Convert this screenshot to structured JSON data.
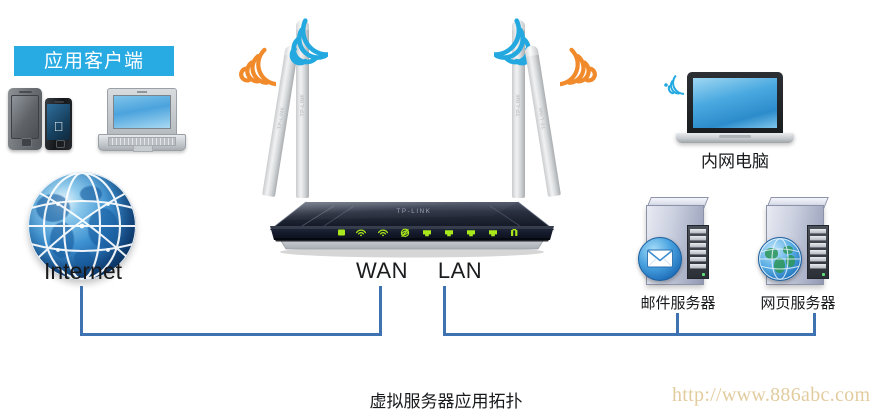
{
  "diagram": {
    "caption": "虚拟服务器应用拓扑",
    "watermark": "http://www.886abc.com",
    "line_color": "#3F72B0",
    "banner_color": "#28ABE3",
    "wifi_blue": "#23A9E0",
    "wifi_orange": "#F08A2B"
  },
  "client_group": {
    "banner_label": "应用客户端",
    "devices": [
      {
        "name": "android-phone",
        "label": ""
      },
      {
        "name": "iphone",
        "label": "",
        "logo": "apple-logo"
      },
      {
        "name": "client-laptop",
        "label": ""
      }
    ]
  },
  "internet": {
    "label": "Internet",
    "icon": "globe-icon"
  },
  "router": {
    "brand": "TP-LINK",
    "antennas": [
      {
        "name": "antenna-far-left",
        "signal": "orange"
      },
      {
        "name": "antenna-left",
        "signal": "blue"
      },
      {
        "name": "antenna-right",
        "signal": "blue"
      },
      {
        "name": "antenna-far-right",
        "signal": "orange"
      }
    ],
    "leds": [
      "power-led",
      "wifi-24g-led",
      "wifi-5g-led",
      "internet-led",
      "lan1-led",
      "lan2-led",
      "lan3-led",
      "lan4-led",
      "usb-led"
    ],
    "port_labels": {
      "wan": "WAN",
      "lan": "LAN"
    }
  },
  "inner_laptop": {
    "label": "内网电脑",
    "icon": "laptop-icon",
    "wifi_icon": "wifi-signal-icon"
  },
  "servers": [
    {
      "name": "mail-server",
      "label": "邮件服务器",
      "badge": "envelope-icon"
    },
    {
      "name": "web-server",
      "label": "网页服务器",
      "badge": "globe-icon"
    }
  ]
}
